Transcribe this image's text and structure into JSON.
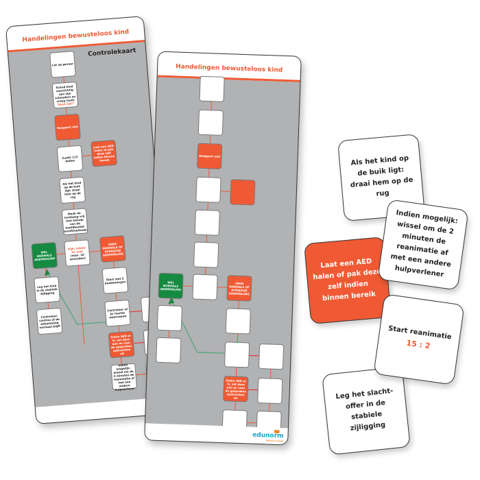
{
  "board1": {
    "title": "Handelingen bewusteloos kind",
    "subtitle": "Controlekaart",
    "boxes": {
      "gevaar": "Let op gevaar",
      "schud": "Schud kind voorzichtig aan zijn schouders en vraag (luid)",
      "schud_quote": "\"Gaat het?\"",
      "reageert": "Reageert niet",
      "bellen": "(Laat) 112 bellen",
      "aed": "Laat een AED halen of pak deze zelf indien binnen bereik",
      "buik": "Als het kind op de buik ligt: draai hem op de rug",
      "luchtweg": "Maak de luchtweg vrij met behulp van de hoofdkantel-kinliftmethode",
      "kijk": "Kijk, luister en voel",
      "kijk_time": "(max. 10 seconden)",
      "wel": "WEL NORMALE ADEMHALING",
      "geen": "GEEN NORMALE OF AFWIJZIGE ADEMHALING",
      "zijligging": "Leg het kind in de stabiele zijligging",
      "continu": "Controleer continu of de ademhaling normaal blijft",
      "start5": "Start met 5 beademingen",
      "reactie": "Controleer of je reactie waarneemt",
      "geen_reactie": "Geen",
      "zodra": "Zodra AED er is, zet deze aan en voer de gesproken opdrachten uit",
      "start": "Start",
      "wissel": "Indien mogelijk: wissel om de 2 minuten de reanimatie af met een andere hulpverlener"
    }
  },
  "board2": {
    "title": "Handelingen bewusteloos kind",
    "reageert": "Reageert niet",
    "wel": "WEL NORMALE ADEMHALING",
    "geen": "GEEN NORMALE OF AFWIJZIGE ADEMHALING",
    "zodra": "Zodra AED er is, zet deze aan en voer de gesproken opdrachten uit",
    "logo": "edunorm",
    "logo_tagline": "Blijven is leren"
  },
  "cards": {
    "buik": "Als het kind op de buik ligt: draai hem op de rug",
    "wissel": "Indien mogelijk: wissel om de 2 minuten de reanimatie af met een andere hulpverlener",
    "aed": "Laat een AED halen of pak deze zelf indien binnen bereik",
    "reanimatie": "Start reanimatie",
    "ratio": "15 : 2",
    "zijligging": "Leg het slacht-offer in de stabiele zijligging"
  },
  "colors": {
    "accent": "#ef5a34",
    "green": "#168a41",
    "board": "#b1b2b4"
  }
}
